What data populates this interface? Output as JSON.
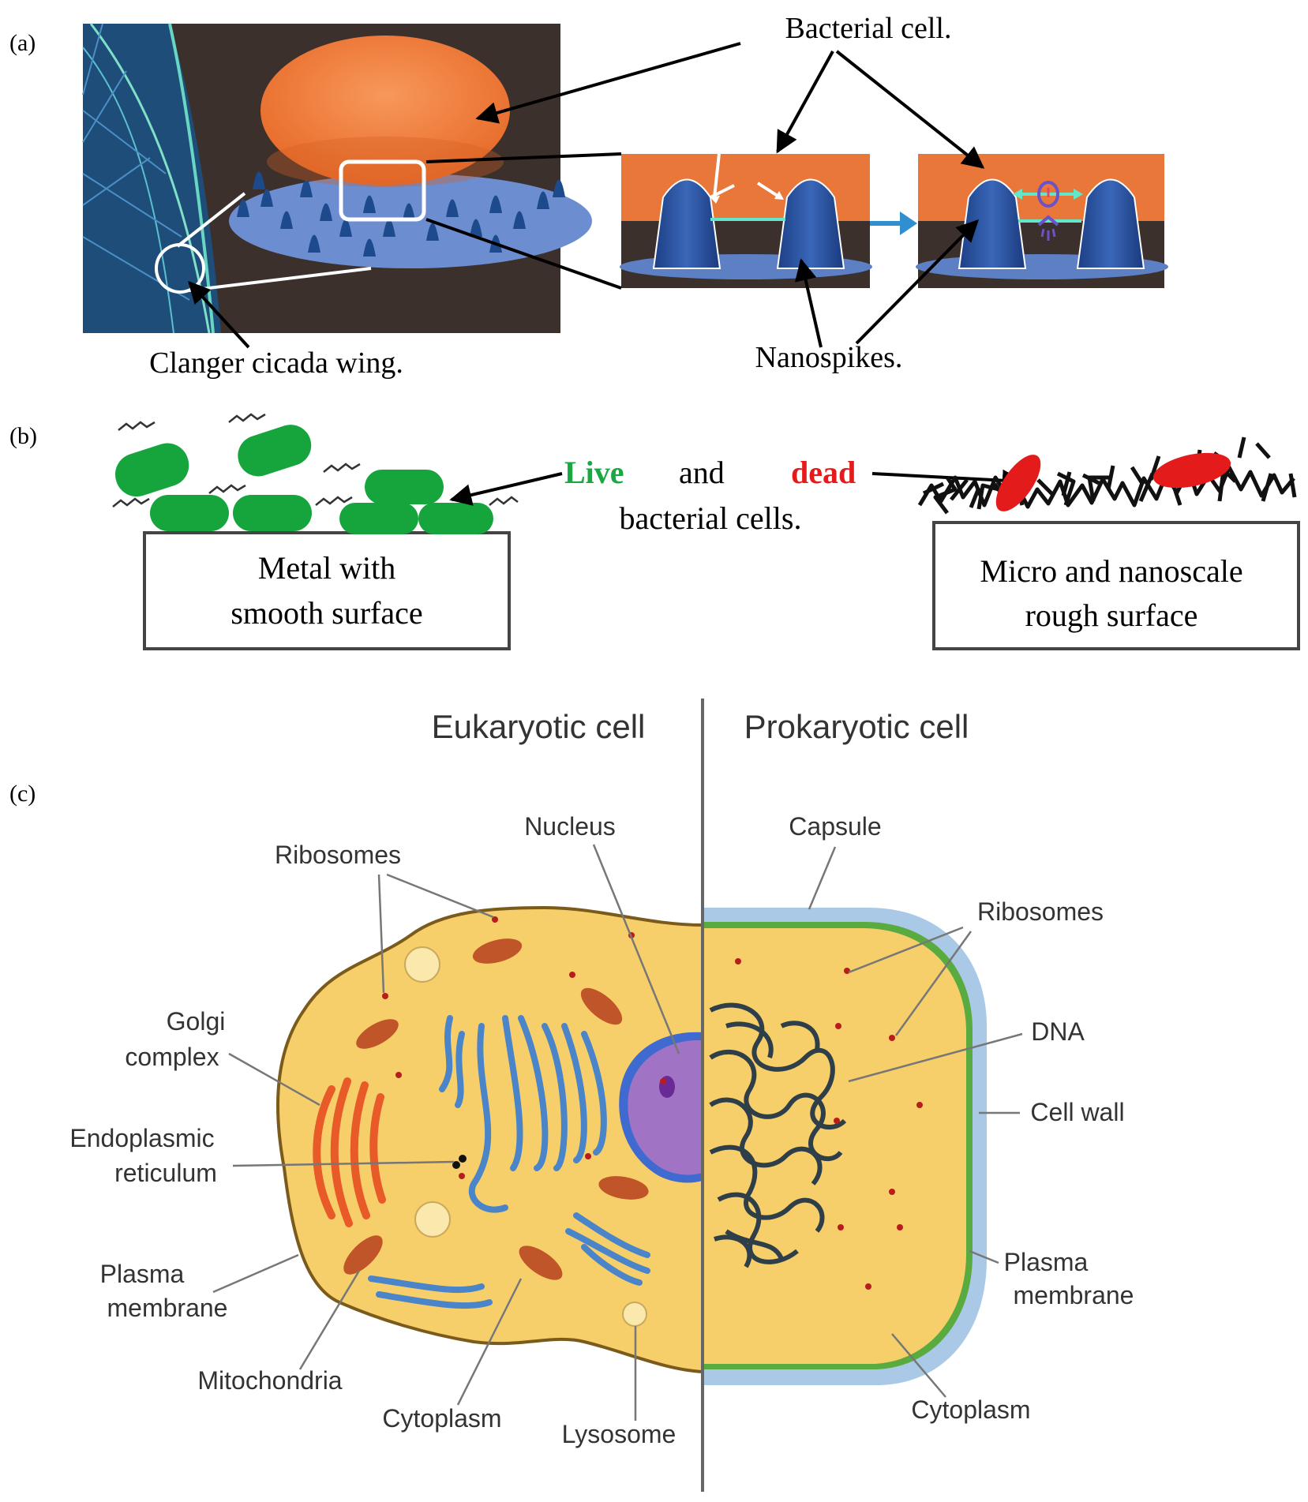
{
  "panels": {
    "a": {
      "tag": "(a)",
      "bacterial_cell_label": "Bacterial  cell.",
      "wing_label": "Clanger  cicada  wing.",
      "nanospikes_label": "Nanospikes."
    },
    "b": {
      "tag": "(b)",
      "live_word": "Live",
      "and_word": "and",
      "dead_word": "dead",
      "bacterial_cells_line": "bacterial  cells.",
      "smooth_box_line1": "Metal with",
      "smooth_box_line2": "smooth surface",
      "rough_box_line1": "Micro and nanoscale",
      "rough_box_line2": "rough surface",
      "live_color": "#1aa843",
      "dead_color": "#e31b1b"
    },
    "c": {
      "tag": "(c)",
      "eukaryotic_title": "Eukaryotic cell",
      "prokaryotic_title": "Prokaryotic cell",
      "eu_labels": {
        "ribosomes": "Ribosomes",
        "nucleus": "Nucleus",
        "golgi_1": "Golgi",
        "golgi_2": "complex",
        "er_1": "Endoplasmic",
        "er_2": "reticulum",
        "plasma_1": "Plasma",
        "plasma_2": "membrane",
        "mitochondria": "Mitochondria",
        "cytoplasm": "Cytoplasm",
        "lysosome": "Lysosome"
      },
      "pro_labels": {
        "capsule": "Capsule",
        "ribosomes": "Ribosomes",
        "dna": "DNA",
        "cell_wall": "Cell wall",
        "plasma_1": "Plasma",
        "plasma_2": "membrane",
        "cytoplasm": "Cytoplasm"
      }
    }
  }
}
